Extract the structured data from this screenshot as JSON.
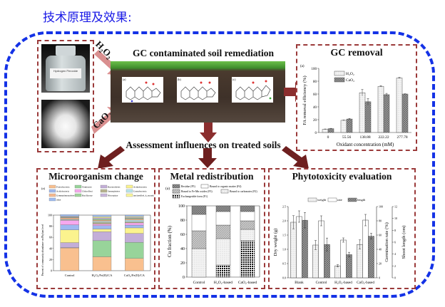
{
  "heading": "技术原理及效果:",
  "oxidants": {
    "h2o2_label": "H₂O₂",
    "cao2_label": "CaO₂",
    "bottle_label": "Hydrogen Peroxide"
  },
  "remediation": {
    "title": "GC contaminated soil remediation",
    "molecule_labels": [
      "(a)",
      "(b)",
      "(c)"
    ]
  },
  "assessment_title": "Assessment influences on treated soils",
  "colors": {
    "frame": "#1432e6",
    "box_border": "#9b3a3a",
    "arrow_dark": "#6e1f1f",
    "arrow_light": "#d98f8f",
    "soil": "#3e3129",
    "grass": "#4caf3a"
  },
  "chart_data": [
    {
      "id": "gc-removal",
      "type": "bar",
      "title": "GC removal",
      "panel_label": "(a)",
      "xlabel": "Oxidant concentration (mM)",
      "ylabel": "FA removal efficiency (%)",
      "ylim": [
        0,
        100
      ],
      "yticks": [
        "0",
        "20",
        "40",
        "60",
        "80",
        "100"
      ],
      "categories": [
        "0",
        "55.56",
        "138.88",
        "222.22",
        "277.78"
      ],
      "series": [
        {
          "name": "H2O2",
          "legend": "H₂O₂",
          "values": [
            5,
            19,
            62,
            72,
            85
          ],
          "errors": [
            0.5,
            0.5,
            5,
            1,
            1
          ]
        },
        {
          "name": "CaO2",
          "legend": "CaO₂",
          "values": [
            6,
            21,
            48,
            59,
            60
          ],
          "errors": [
            0.5,
            1,
            5,
            2,
            0.5
          ]
        }
      ]
    },
    {
      "id": "microorganism-change",
      "type": "bar",
      "stacked": true,
      "title": "Microorganism change",
      "panel_label": "(a)",
      "ylabel": "Percent of community abundance on Phylum level",
      "ylim": [
        0,
        100
      ],
      "yticks": [
        "0",
        "20",
        "40",
        "60",
        "80",
        "100"
      ],
      "categories": [
        "Control",
        "H₂O₂/Fe(II)/CA",
        "CaO₂/Fe(II)/CA"
      ],
      "series": [
        {
          "name": "Proteobacteria",
          "color": "#f9c08f",
          "values": [
            41,
            25,
            22
          ]
        },
        {
          "name": "Firmicutes",
          "color": "#98d49a",
          "values": [
            0.5,
            29,
            29
          ]
        },
        {
          "name": "Bacteroidetes",
          "color": "#c3aed8",
          "values": [
            9,
            16,
            16
          ]
        },
        {
          "name": "Actinobacteria",
          "color": "#fbf38e",
          "values": [
            23,
            5,
            10
          ]
        },
        {
          "name": "Acidobacteria",
          "color": "#9fb8f0",
          "values": [
            9,
            6,
            5
          ]
        },
        {
          "name": "Chloroflexi",
          "color": "#f7a8ee",
          "values": [
            8,
            3,
            4
          ]
        },
        {
          "name": "Synergistetes",
          "color": "#b7b48f",
          "values": [
            1,
            3,
            2
          ]
        },
        {
          "name": "Cyanobacteria",
          "color": "#b8e6ec",
          "values": [
            1,
            2,
            3
          ]
        },
        {
          "name": "Gemmatimonadetes",
          "color": "#f7b98f",
          "values": [
            2.5,
            2,
            2
          ]
        },
        {
          "name": "Bacillaceae",
          "color": "#9fd49a",
          "values": [
            1,
            2,
            1.5
          ]
        },
        {
          "name": "Nitrospirae",
          "color": "#c9b6dc",
          "values": [
            1,
            2,
            1.5
          ]
        },
        {
          "name": "unclassified_k_norank",
          "color": "#fbf79b",
          "values": [
            1,
            2,
            1.5
          ]
        },
        {
          "name": "other",
          "color": "#9fbcf2",
          "values": [
            3,
            3,
            2.5
          ]
        }
      ]
    },
    {
      "id": "metal-redistribution",
      "type": "bar",
      "stacked": true,
      "title": "Metal redistribution",
      "panel_label": "(a)",
      "ylabel": "Cu fraction (%)",
      "ylim": [
        0,
        100
      ],
      "yticks": [
        "0",
        "20",
        "40",
        "60",
        "80",
        "100"
      ],
      "categories": [
        "Control",
        "H₂O₂-based",
        "CaO₂-based"
      ],
      "series": [
        {
          "name": "Exchangeable form (F1)",
          "pattern": "grid",
          "values": [
            0,
            17,
            51
          ]
        },
        {
          "name": "Bound to carbonates (F2)",
          "pattern": "light",
          "values": [
            40,
            37,
            16
          ]
        },
        {
          "name": "Bound to Fe-Mn oxides (F3)",
          "pattern": "medium",
          "values": [
            25,
            19,
            12
          ]
        },
        {
          "name": "Bound to organic matter (F4)",
          "pattern": "white",
          "values": [
            23,
            19,
            13
          ]
        },
        {
          "name": "Residue (F5)",
          "pattern": "dark",
          "values": [
            12,
            8,
            8
          ]
        }
      ],
      "legend_order": [
        "Residue (F5)",
        "Bound to organic matter (F4)",
        "Bound to Fe-Mn oxides (F3)",
        "Bound to carbonates (F2)",
        "Exchangeable form (F1)"
      ]
    },
    {
      "id": "phytotoxicity-evaluation",
      "type": "bar",
      "title": "Phytotoxicity evaluation",
      "categories": [
        "Blank",
        "Control",
        "H₂O₂-based",
        "CaO₂-based"
      ],
      "axes": {
        "left": {
          "label": "Dry weight (g)",
          "range": [
            0,
            2.5
          ],
          "ticks": [
            "0.0",
            "0.5",
            "1.0",
            "1.5",
            "2.0",
            "2.5"
          ]
        },
        "right1": {
          "label": "Germination rate (%)",
          "range": [
            0,
            100
          ],
          "ticks": [
            "0",
            "20",
            "40",
            "60",
            "80",
            "100"
          ]
        },
        "right2": {
          "label": "Shoot length (cm)",
          "range": [
            0,
            12
          ],
          "ticks": [
            "0",
            "2",
            "4",
            "6",
            "8",
            "10",
            "12"
          ]
        }
      },
      "series": [
        {
          "name": "weight",
          "axis": "left",
          "pattern": "light",
          "values": [
            1.95,
            1.15,
            0.42,
            1.17
          ],
          "errors": [
            0.23,
            0.16,
            0.04,
            0.16
          ]
        },
        {
          "name": "rate",
          "axis": "right1",
          "pattern": "white",
          "values": [
            86,
            80,
            53,
            81
          ],
          "errors": [
            8,
            7,
            3,
            8
          ]
        },
        {
          "name": "length",
          "axis": "right2",
          "pattern": "dark",
          "values": [
            9.7,
            5.6,
            3.9,
            7.0
          ],
          "errors": [
            1.3,
            1.1,
            0.4,
            0.5
          ]
        }
      ]
    }
  ]
}
